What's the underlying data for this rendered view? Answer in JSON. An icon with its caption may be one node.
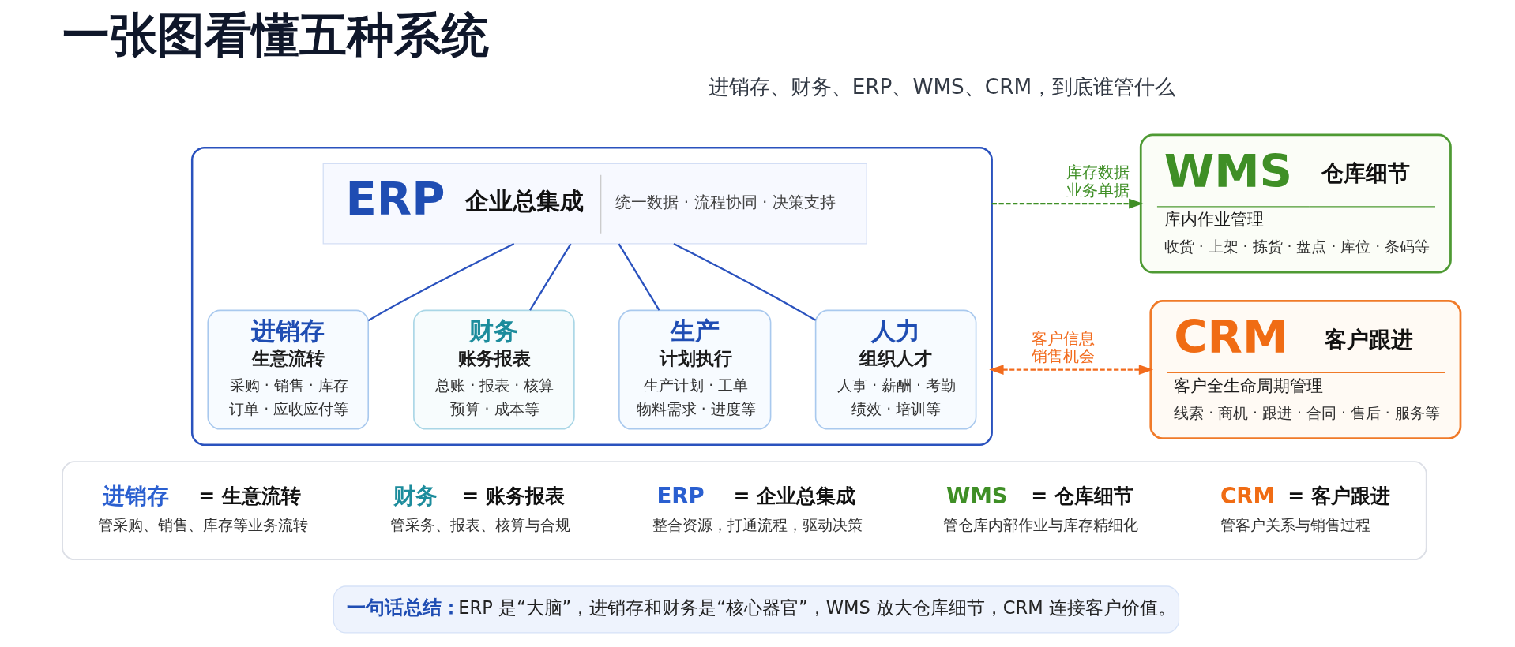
{
  "diagram": {
    "title": "一张图看懂五种系统",
    "caption": "**一句话总结：**ERP 是“大脑”，进销存和财务是“核心器官”，WMS 放大仓库细节，CRM 连接客户价值。",
    "nodes": [
      {
        "text": [],
        "shape": "box"
      },
      {
        "text": [
          "ERP",
          "企业总集成",
          "统一数据 · 流程协同 · 决策支持"
        ],
        "in": 0
      },
      {
        "text": [
          "进销存",
          "生意流转",
          "采购 · 销售 · 库存",
          "订单 · 应收应付等"
        ],
        "in": 0
      },
      {
        "text": [
          "财务",
          "账务报表",
          "总账 · 报表 · 核算",
          "预算 · 成本等"
        ],
        "in": 0
      },
      {
        "text": [
          "生产",
          "计划执行",
          "生产计划 · 工单",
          "物料需求 · 进度等"
        ],
        "in": 0
      },
      {
        "text": [
          "人力",
          "组织人才",
          "人事 · 薪酬 · 考勤",
          "绩效 · 培训等"
        ],
        "in": 0
      },
      {
        "text": [
          "WMS",
          "仓库细节",
          "库内作业管理",
          "收货 · 上架 · 拣货 · 盘点 · 库位 · 条码等"
        ]
      },
      {
        "text": [
          "CRM",
          "客户跟进",
          "客户全生命周期管理",
          "线索 · 商机 · 跟进 · 合同 · 售后 · 服务等"
        ]
      },
      {
        "text": [],
        "shape": "box"
      },
      {
        "text": [
          "进销存 = 生意流转",
          "管采购、销售、库存等业务流转"
        ],
        "in": 8
      },
      {
        "text": [
          "财务 = 账务报表",
          "管采务、报表、核算与合规"
        ],
        "in": 8
      },
      {
        "text": [
          "ERP = 企业总集成",
          "整合资源，打通流程，驱动决策"
        ],
        "in": 8
      },
      {
        "text": [
          "WMS = 仓库细节",
          "管仓库内部作业与库存精细化"
        ],
        "in": 8
      },
      {
        "text": [
          "CRM = 客户跟进",
          "管客户关系与销售过程"
        ],
        "in": 8
      }
    ],
    "edges": [
      {
        "from": 1,
        "to": 2,
        "arrow": "none"
      },
      {
        "from": 1,
        "to": 3,
        "arrow": "none"
      },
      {
        "from": 1,
        "to": 4,
        "arrow": "none"
      },
      {
        "from": 1,
        "to": 5,
        "arrow": "none"
      },
      {
        "from": 0,
        "to": 6,
        "arrow": "to",
        "label": "库存数据业务单据",
        "style": "dashed",
        "color": "#3f8f26"
      },
      {
        "from": 0,
        "to": 7,
        "arrow": "both",
        "label": "客户信息销售机会",
        "style": "dashed",
        "color": "#f26b1d"
      }
    ],
    "labels": [
      "进销存、财务、ERP、WMS、CRM，到底谁管什么"
    ]
  }
}
